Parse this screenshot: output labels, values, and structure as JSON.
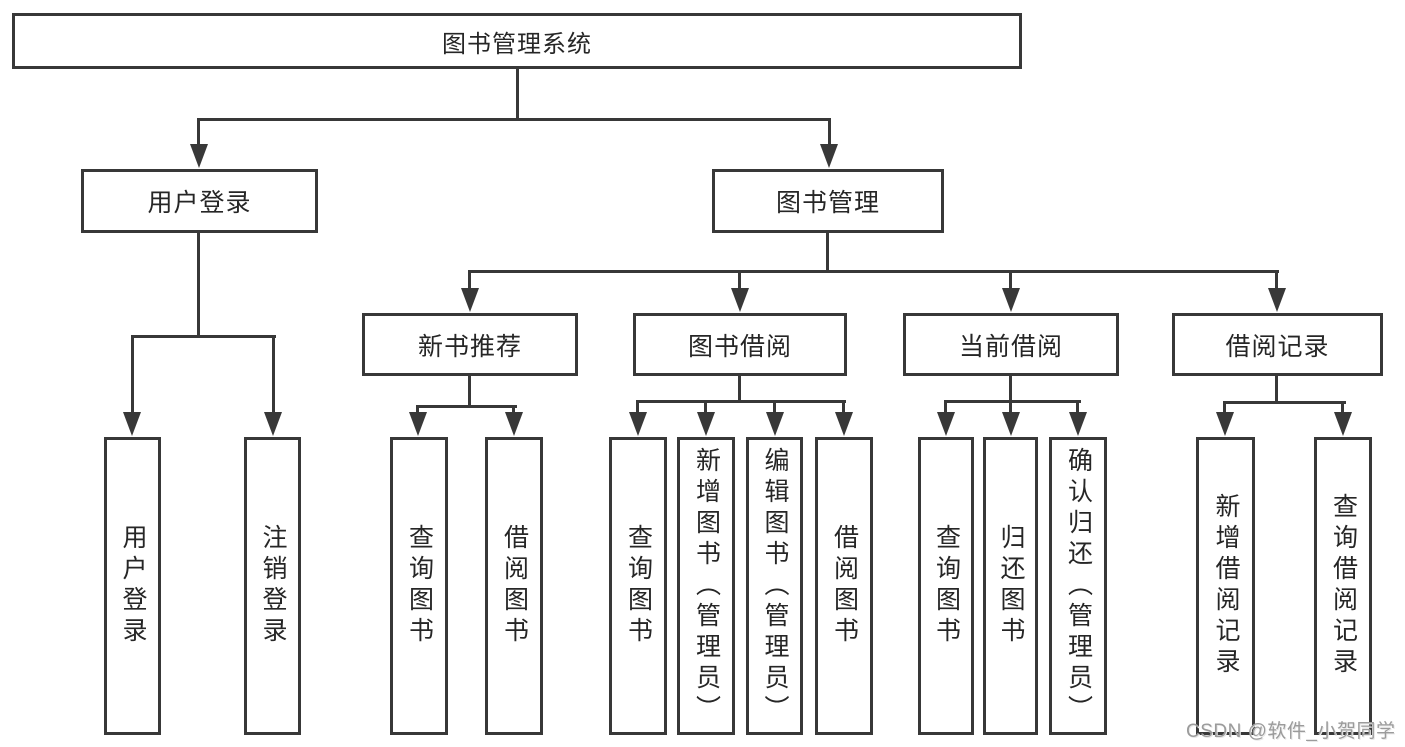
{
  "nodes": {
    "root": "图书管理系统",
    "user_login": "用户登录",
    "book_management": "图书管理",
    "new_book_recommend": "新书推荐",
    "book_borrow": "图书借阅",
    "current_borrow": "当前借阅",
    "borrow_records": "借阅记录",
    "leaf_user_login": "用户登录",
    "leaf_logout": "注销登录",
    "leaf_nb_query_books": "查询图书",
    "leaf_nb_borrow_books": "借阅图书",
    "leaf_bb_query_books": "查询图书",
    "leaf_bb_add_books": "新增图书（管理员）",
    "leaf_bb_edit_books": "编辑图书（管理员）",
    "leaf_bb_borrow_books": "借阅图书",
    "leaf_cb_query_books": "查询图书",
    "leaf_cb_return_books": "归还图书",
    "leaf_cb_confirm_return": "确认归还（管理员）",
    "leaf_br_add_record": "新增借阅记录",
    "leaf_br_query_record": "查询借阅记录"
  },
  "hierarchy": {
    "图书管理系统": {
      "用户登录": [
        "用户登录",
        "注销登录"
      ],
      "图书管理": {
        "新书推荐": [
          "查询图书",
          "借阅图书"
        ],
        "图书借阅": [
          "查询图书",
          "新增图书（管理员）",
          "编辑图书（管理员）",
          "借阅图书"
        ],
        "当前借阅": [
          "查询图书",
          "归还图书",
          "确认归还（管理员）"
        ],
        "借阅记录": [
          "新增借阅记录",
          "查询借阅记录"
        ]
      }
    }
  },
  "watermark": "CSDN @软件_小贺同学",
  "colors": {
    "line": "#383838",
    "text": "#262626",
    "watermark": "#9b9b9b",
    "background": "#ffffff"
  }
}
